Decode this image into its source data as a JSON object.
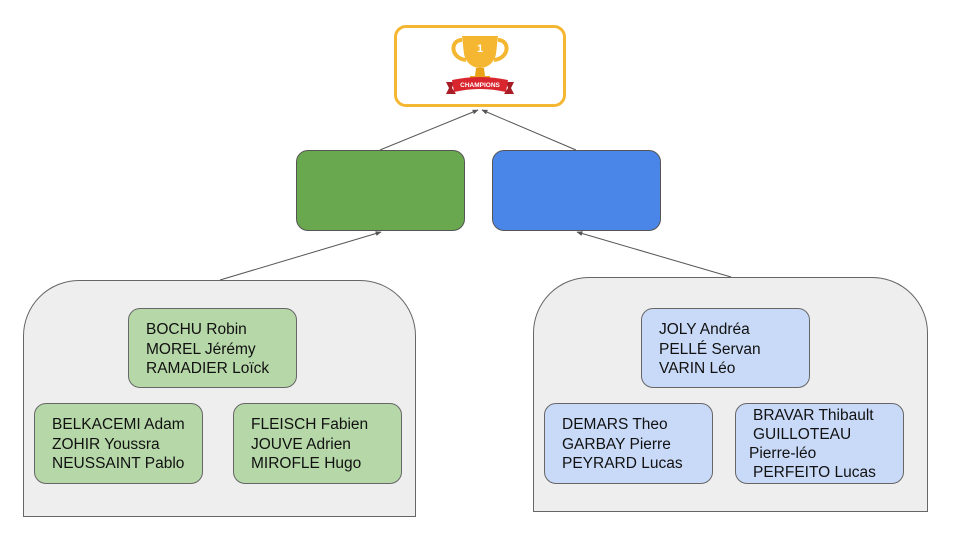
{
  "trophy": {
    "icon": "trophy-icon",
    "rank": "1",
    "banner": "CHAMPIONS",
    "colors": {
      "gold": "#f5b731",
      "ribbon": "#d9262e"
    }
  },
  "teams": {
    "green": {
      "label": "",
      "color": "#6aa84f"
    },
    "blue": {
      "label": "",
      "color": "#4a86e8"
    }
  },
  "pools": {
    "left": {
      "groups": [
        {
          "names": [
            "BOCHU Robin",
            "MOREL Jérémy",
            "RAMADIER Loïck"
          ]
        },
        {
          "names": [
            "BELKACEMI Adam",
            "ZOHIR Youssra",
            "NEUSSAINT Pablo"
          ]
        },
        {
          "names": [
            "FLEISCH Fabien",
            "JOUVE Adrien",
            "MIROFLE Hugo"
          ]
        }
      ]
    },
    "right": {
      "groups": [
        {
          "names": [
            "JOLY Andréa",
            "PELLÉ Servan",
            "VARIN Léo"
          ]
        },
        {
          "names": [
            "DEMARS Theo",
            "GARBAY Pierre",
            "PEYRARD Lucas"
          ]
        },
        {
          "names": [
            "BRAVAR Thibault",
            "GUILLOTEAU",
            "Pierre-léo",
            "PERFEITO Lucas"
          ]
        }
      ]
    }
  }
}
